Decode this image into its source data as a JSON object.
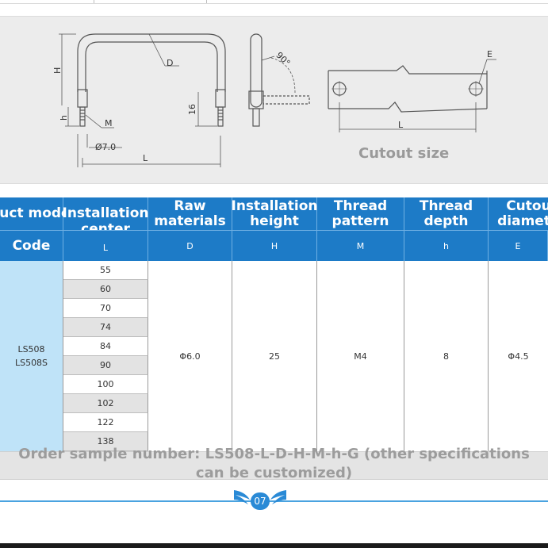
{
  "drawing": {
    "labels": {
      "H": "H",
      "D": "D",
      "h": "h",
      "M": "M",
      "dia": "Ø7.0",
      "L": "L",
      "sixteen": "16",
      "ninety": "90°",
      "E": "E",
      "cutout_L": "L"
    },
    "cutout_caption": "Cutout size"
  },
  "table": {
    "headers": {
      "model": "Product model",
      "install": "Installation center distance",
      "raw": "Raw materials",
      "height": "Installation height",
      "thread": "Thread pattern",
      "depth": "Thread depth",
      "cutout": "Cutout diameter"
    },
    "sub": {
      "code": "Code",
      "L": "L",
      "D": "D",
      "H": "H",
      "M": "M",
      "h": "h",
      "E": "E"
    },
    "models": [
      "LS508",
      "LS508S"
    ],
    "lengths": [
      "55",
      "60",
      "70",
      "74",
      "84",
      "90",
      "100",
      "102",
      "122",
      "138"
    ],
    "values": {
      "D": "Φ6.0",
      "H": "25",
      "M": "M4",
      "h": "8",
      "E": "Φ4.5"
    }
  },
  "order": {
    "line1": "Order sample number: LS508-L-D-H-M-h-G (other specifications",
    "line2": "can be customized)"
  },
  "page_number": "07",
  "colors": {
    "header_blue": "#1d7bc7",
    "model_cell": "#bfe3f8",
    "caption_gray": "#9a9a9a"
  }
}
